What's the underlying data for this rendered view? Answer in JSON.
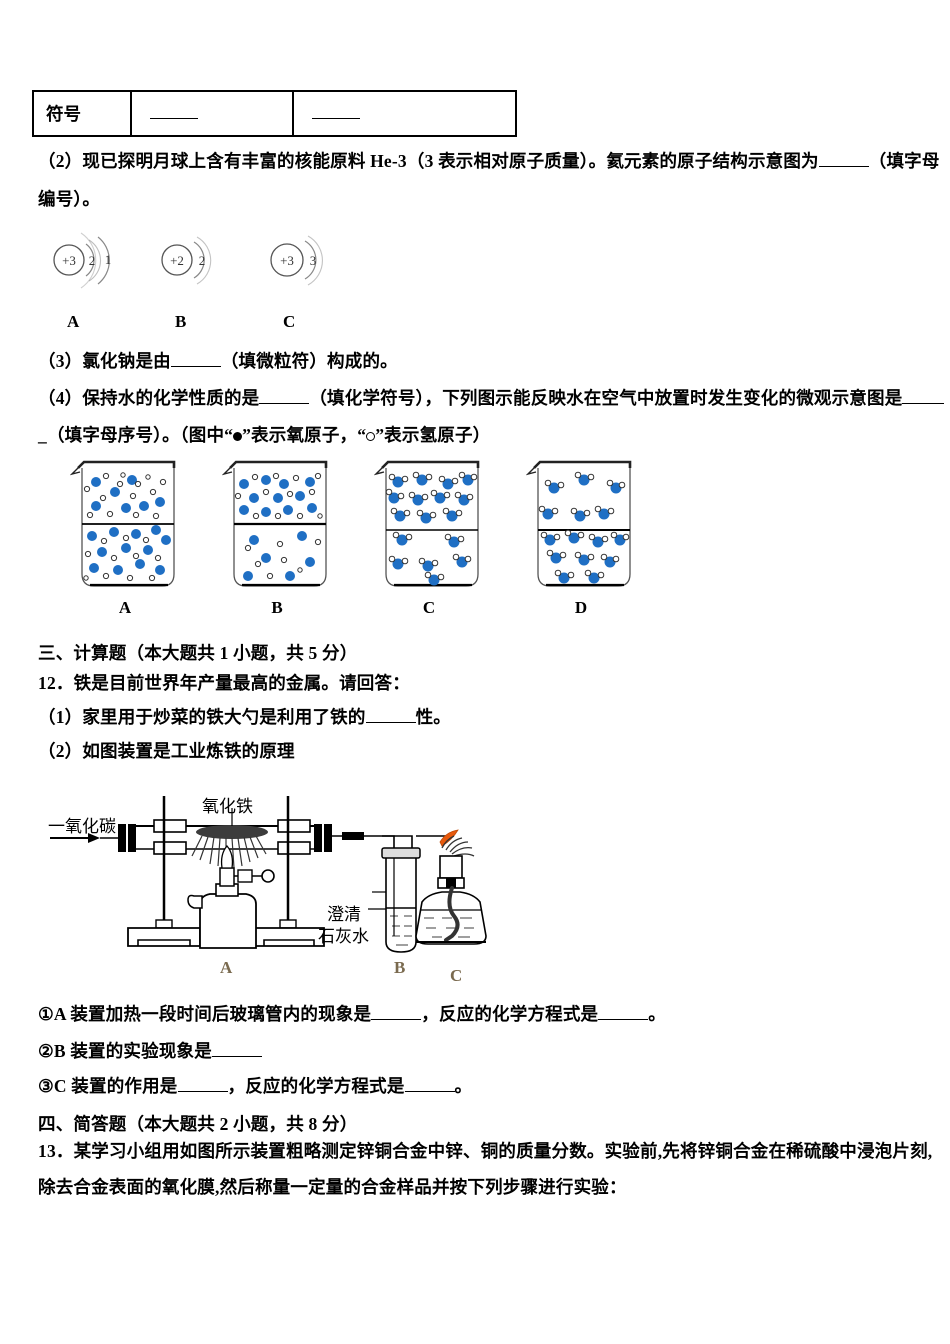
{
  "document": {
    "language": "zh-CN",
    "type": "chemistry-exam-paper"
  },
  "symbol_table": {
    "row_header": "符号",
    "cell2": "____",
    "cell3": "____"
  },
  "question_2": {
    "line1": "（2）现已探明月球上含有丰富的核能原料 He-3（3 表示相对原子质量）。氦元素的原子结构示意图为",
    "line1_suffix": "（填字母",
    "line2": "编号）。",
    "blank_marker": "_____"
  },
  "atom_diagrams": [
    {
      "id": "A",
      "nucleus": "+3",
      "shells": [
        "2",
        "1"
      ],
      "label": "A"
    },
    {
      "id": "B",
      "nucleus": "+2",
      "shells": [
        "2"
      ],
      "label": "B"
    },
    {
      "id": "C",
      "nucleus": "+3",
      "shells": [
        "3"
      ],
      "label": "C"
    }
  ],
  "question_3": {
    "prefix": "（3）氯化钠是由",
    "suffix": "（填微粒符）构成的。"
  },
  "question_4": {
    "line1_prefix": "（4）保持水的化学性质的是",
    "line1_mid": "（填化学符号），下列图示能反映水在空气中放置时发生变化的微观示意图是",
    "line2": "_（填字母序号）。（图中“",
    "line2_mid": "”表示氧原子，“",
    "line2_suffix": "”表示氢原子）"
  },
  "beaker_diagrams": [
    {
      "id": "A",
      "label": "A",
      "style": "dissociated-top-dissociated-bottom"
    },
    {
      "id": "B",
      "label": "B",
      "style": "dissociated-top-sparse-bottom"
    },
    {
      "id": "C",
      "label": "C",
      "style": "molecules-dense-top-sparse-bottom"
    },
    {
      "id": "D",
      "label": "D",
      "style": "molecules-sparse-top-dense-bottom"
    }
  ],
  "beaker_legend": {
    "oxygen_color": "#1f6fc4",
    "hydrogen_color": "#ffffff"
  },
  "section_3": {
    "heading": "三、计算题（本大题共 1 小题，共 5 分）",
    "q12_stem": "12．铁是目前世界年产量最高的金属。请回答：",
    "q12_1_prefix": "（1）家里用于炒菜的铁大勺是利用了铁的",
    "q12_1_suffix": "性。",
    "q12_2": "（2）如图装置是工业炼铁的原理"
  },
  "apparatus": {
    "inlet_label": "一氧化碳",
    "tube_label": "氧化铁",
    "limewater_label_line1": "澄清",
    "limewater_label_line2": "石灰水",
    "part_labels": [
      "A",
      "B",
      "C"
    ],
    "flame_color": "#e8590c"
  },
  "sub_questions": {
    "item1_prefix": "①A 装置加热一段时间后玻璃管内的现象是",
    "item1_mid": "，反应的化学方程式是",
    "item1_suffix": "。",
    "item2_prefix": "②B 装置的实验现象是",
    "item3_prefix": "③C 装置的作用是",
    "item3_mid": "，反应的化学方程式是",
    "item3_suffix": "。"
  },
  "section_4": {
    "heading": "四、简答题（本大题共 2 小题，共 8 分）",
    "q13_line1": "13．某学习小组用如图所示装置粗略测定锌铜合金中锌、铜的质量分数。实验前,先将锌铜合金在稀硫酸中浸泡片刻,",
    "q13_line2": "除去合金表面的氧化膜,然后称量一定量的合金样品并按下列步骤进行实验："
  }
}
